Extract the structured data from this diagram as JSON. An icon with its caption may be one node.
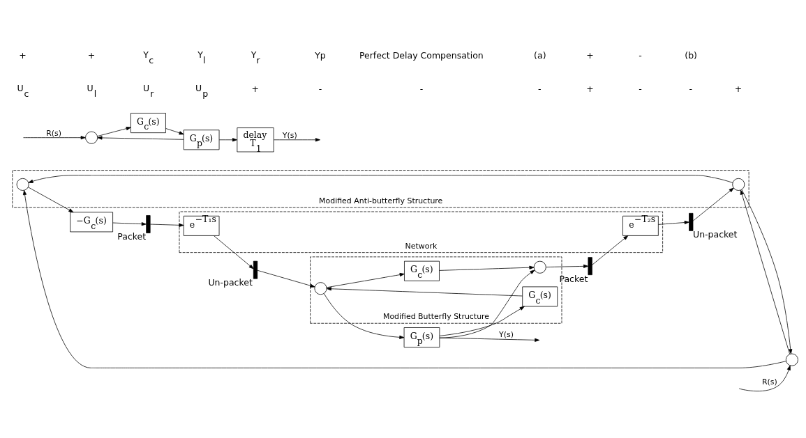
{
  "diagram": {
    "nodes": [
      {
        "text": [
          "Modified Anti-butterfly Structure"
        ]
      },
      {
        "text": [],
        "shape": "circle"
      },
      {
        "text": [],
        "shape": "circle",
        "in": 0
      },
      {
        "text": [],
        "shape": "circle",
        "in": 0
      },
      {
        "text": [
          "−G$_{c}$(s)"
        ]
      },
      {
        "text": [],
        "shape": "bar",
        "beside": [
          "Packet"
        ]
      },
      {
        "text": [
          "Network"
        ]
      },
      {
        "text": [
          "e$^{−T₁s}$"
        ],
        "in": 6
      },
      {
        "text": [
          "e$^{−T₂s}$"
        ],
        "in": 6
      },
      {
        "text": [],
        "shape": "bar",
        "beside": [
          "Un-packet"
        ]
      },
      {
        "text": [],
        "shape": "bar",
        "beside": [
          "Un-packet"
        ]
      },
      {
        "text": [],
        "shape": "bar",
        "beside": [
          "Packet"
        ]
      },
      {
        "text": [
          "Modified Butterfly Structure"
        ]
      },
      {
        "text": [],
        "shape": "circle",
        "in": 12
      },
      {
        "text": [],
        "shape": "circle",
        "in": 12
      },
      {
        "text": [
          "G$_{c}$(s)"
        ],
        "in": 12
      },
      {
        "text": [
          "G$_{c}$(s)"
        ],
        "in": 12
      },
      {
        "text": [
          "G$_{p}$(s)"
        ]
      },
      {
        "text": [],
        "shape": "circle"
      },
      {
        "text": [
          "G$_{c}$(s)"
        ]
      },
      {
        "text": [
          "G$_{p}$(s)"
        ]
      },
      {
        "text": [
          "delay",
          "T$_{1}$"
        ]
      }
    ],
    "edges": [
      {
        "from": null,
        "to": 1,
        "arrow": "to",
        "label": "R(s)"
      },
      {
        "from": 1,
        "to": 2,
        "arrow": "to"
      },
      {
        "from": 1,
        "to": 3,
        "arrow": "to"
      },
      {
        "from": 3,
        "to": 2,
        "arrow": "to"
      },
      {
        "from": 3,
        "to": 1,
        "arrow": "to"
      },
      {
        "from": 2,
        "to": 4,
        "arrow": "to"
      },
      {
        "from": 4,
        "to": 5,
        "arrow": "to"
      },
      {
        "from": 5,
        "to": 7,
        "arrow": "to"
      },
      {
        "from": 7,
        "to": 9,
        "arrow": "to"
      },
      {
        "from": 9,
        "to": 13,
        "arrow": "to"
      },
      {
        "from": 13,
        "to": 17,
        "arrow": "to"
      },
      {
        "from": 13,
        "to": 15,
        "arrow": "to"
      },
      {
        "from": 15,
        "to": 14,
        "arrow": "to"
      },
      {
        "from": 16,
        "to": 13,
        "arrow": "to"
      },
      {
        "from": 17,
        "to": 14,
        "arrow": "to"
      },
      {
        "from": 17,
        "to": 16,
        "arrow": "to"
      },
      {
        "from": 17,
        "to": null,
        "arrow": "to",
        "label": "Y(s)"
      },
      {
        "from": 14,
        "to": 11,
        "arrow": "to"
      },
      {
        "from": 11,
        "to": 8,
        "arrow": "to"
      },
      {
        "from": 8,
        "to": 10,
        "arrow": "to"
      },
      {
        "from": 10,
        "to": 3,
        "arrow": "to"
      },
      {
        "from": null,
        "to": 18,
        "arrow": "to",
        "label": "R(s)"
      },
      {
        "from": 18,
        "to": 19,
        "arrow": "to"
      },
      {
        "from": 19,
        "to": 20,
        "arrow": "to"
      },
      {
        "from": 20,
        "to": 21,
        "arrow": "to"
      },
      {
        "from": 20,
        "to": 18,
        "arrow": "to"
      },
      {
        "from": 21,
        "to": null,
        "arrow": "to",
        "label": "Y(s)"
      }
    ],
    "labels": [
      "U$_{c}$",
      "U$_{l}$",
      "U$_{r}$",
      "U$_{p}$",
      "+",
      "-",
      "-",
      "-",
      "+",
      "-",
      "-",
      "+",
      "+",
      "+",
      "Y$_{c}$",
      "Y$_{l}$",
      "Y$_{r}$",
      "Yp",
      "Perfect Delay Compensation",
      "(a)",
      "+",
      "-",
      "(b)"
    ]
  }
}
